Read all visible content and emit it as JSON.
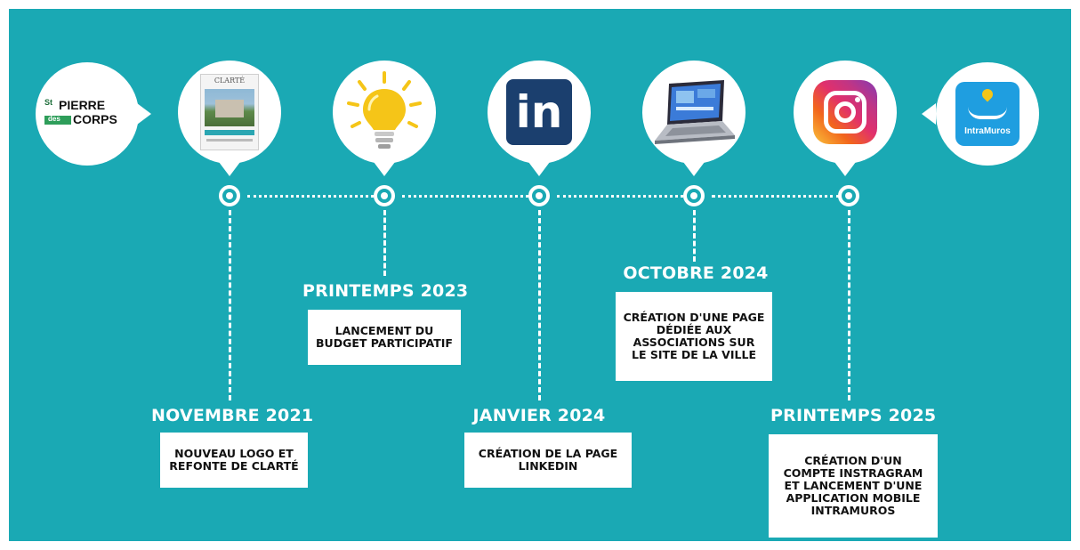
{
  "logos": {
    "spdc": {
      "st": "St",
      "pierre": "PIERRE",
      "des": "des",
      "corps": "CORPS"
    },
    "clarte": {
      "title": "CLARTÉ"
    },
    "linkedin": {
      "text": "in"
    },
    "intramuros": {
      "text": "IntraMuros"
    }
  },
  "events": [
    {
      "date": "NOVEMBRE 2021",
      "lines": [
        "NOUVEAU LOGO ET",
        "REFONTE DE CLARTÉ"
      ]
    },
    {
      "date": "PRINTEMPS 2023",
      "lines": [
        "LANCEMENT DU",
        "BUDGET PARTICIPATIF"
      ]
    },
    {
      "date": "JANVIER 2024",
      "lines": [
        "CRÉATION DE LA PAGE",
        "LINKEDIN"
      ]
    },
    {
      "date": "OCTOBRE 2024",
      "lines": [
        "CRÉATION D'UNE PAGE",
        "DÉDIÉE AUX",
        "ASSOCIATIONS SUR",
        "LE SITE DE LA VILLE"
      ]
    },
    {
      "date": "PRINTEMPS 2025",
      "lines": [
        "CRÉATION D'UN",
        "COMPTE INSTRAGRAM",
        "ET LANCEMENT D'UNE",
        "APPLICATION MOBILE",
        "INTRAMUROS"
      ]
    }
  ],
  "colors": {
    "background": "#1aa9b4",
    "linkedin": "#1b3f6e",
    "bulb": "#f5c518",
    "intramuros": "#1f9ee0"
  }
}
